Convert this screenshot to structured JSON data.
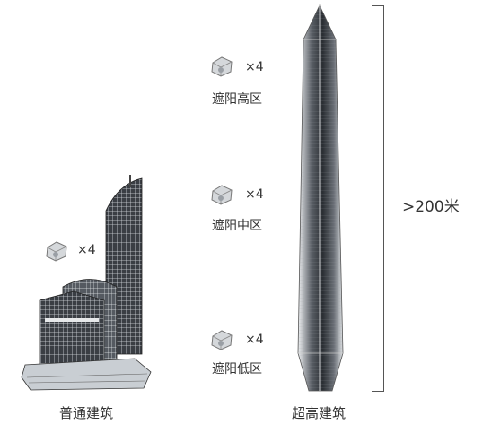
{
  "buildings": {
    "normal": {
      "label": "普通建筑"
    },
    "super": {
      "label": "超高建筑"
    }
  },
  "normal_shading": {
    "multiplier": "×4"
  },
  "zones": [
    {
      "label": "遮阳高区",
      "multiplier": "×4"
    },
    {
      "label": "遮阳中区",
      "multiplier": "×4"
    },
    {
      "label": "遮阳低区",
      "multiplier": "×4"
    }
  ],
  "height_annotation": {
    "label": ">200米"
  },
  "icons": {
    "shading_device": "shading-device-icon"
  },
  "colors": {
    "text": "#333333",
    "glass_dark": "#2f3338",
    "glass_light": "#c9ced3"
  }
}
